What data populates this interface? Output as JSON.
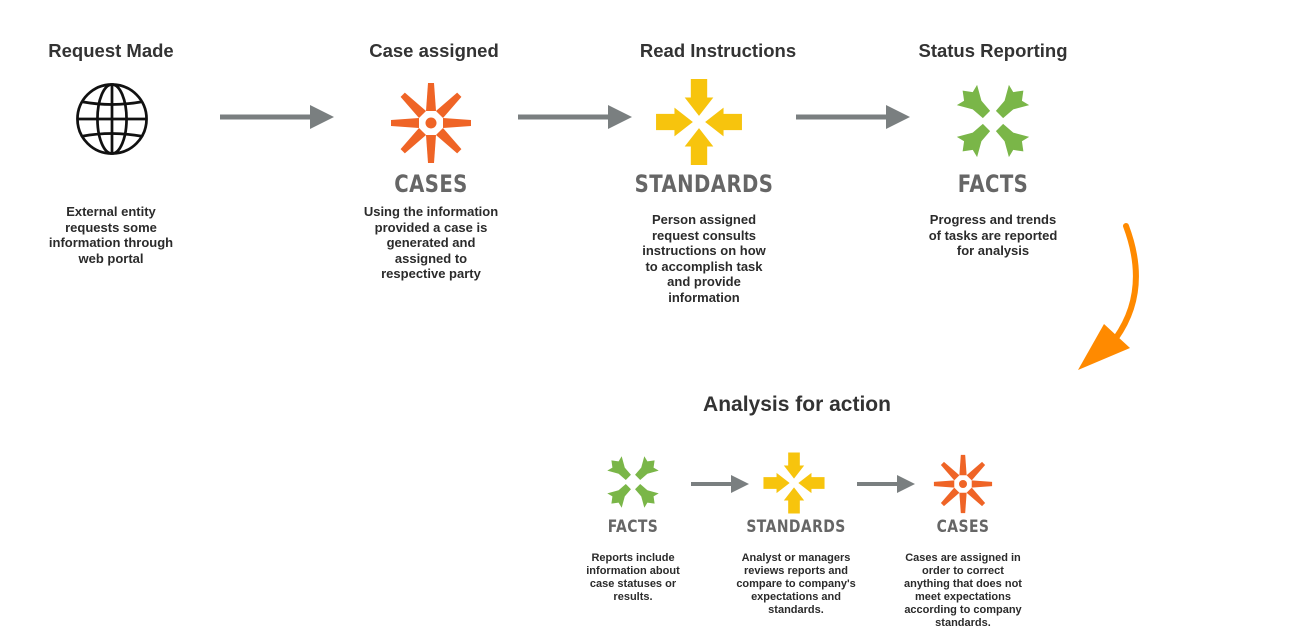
{
  "colors": {
    "cases": "#EF6426",
    "standards": "#F7C40D",
    "facts": "#7AB648",
    "arrow_gray": "#7A7F80",
    "arrow_orange": "#FF8A00"
  },
  "steps": [
    {
      "title": "Request Made",
      "icon": "globe-icon",
      "logo": "",
      "lines": [
        "External entity",
        "requests some",
        "information through",
        "web portal"
      ]
    },
    {
      "title": "Case assigned",
      "icon": "cases-icon",
      "logo": "CASES",
      "lines": [
        "Using the information",
        "provided a case is",
        "generated and",
        "assigned to",
        "respective party"
      ]
    },
    {
      "title": "Read Instructions",
      "icon": "standards-icon",
      "logo": "STANDARDS",
      "lines": [
        "Person assigned",
        "request consults",
        "instructions on how",
        "to accomplish task",
        "and provide",
        "information"
      ]
    },
    {
      "title": "Status Reporting",
      "icon": "facts-icon",
      "logo": "FACTS",
      "lines": [
        "Progress and trends",
        "of tasks are reported",
        "for analysis"
      ]
    }
  ],
  "analysis": {
    "title": "Analysis for action",
    "items": [
      {
        "logo": "FACTS",
        "icon": "facts-icon",
        "lines": [
          "Reports include",
          "information about",
          "case statuses or",
          "results."
        ]
      },
      {
        "logo": "STANDARDS",
        "icon": "standards-icon",
        "lines": [
          "Analyst or managers",
          "reviews reports and",
          "compare to company's",
          "expectations and",
          "standards."
        ]
      },
      {
        "logo": "CASES",
        "icon": "cases-icon",
        "lines": [
          "Cases are assigned in",
          "order to correct",
          "anything that does not",
          "meet expectations",
          "according to company",
          "standards."
        ]
      }
    ]
  }
}
